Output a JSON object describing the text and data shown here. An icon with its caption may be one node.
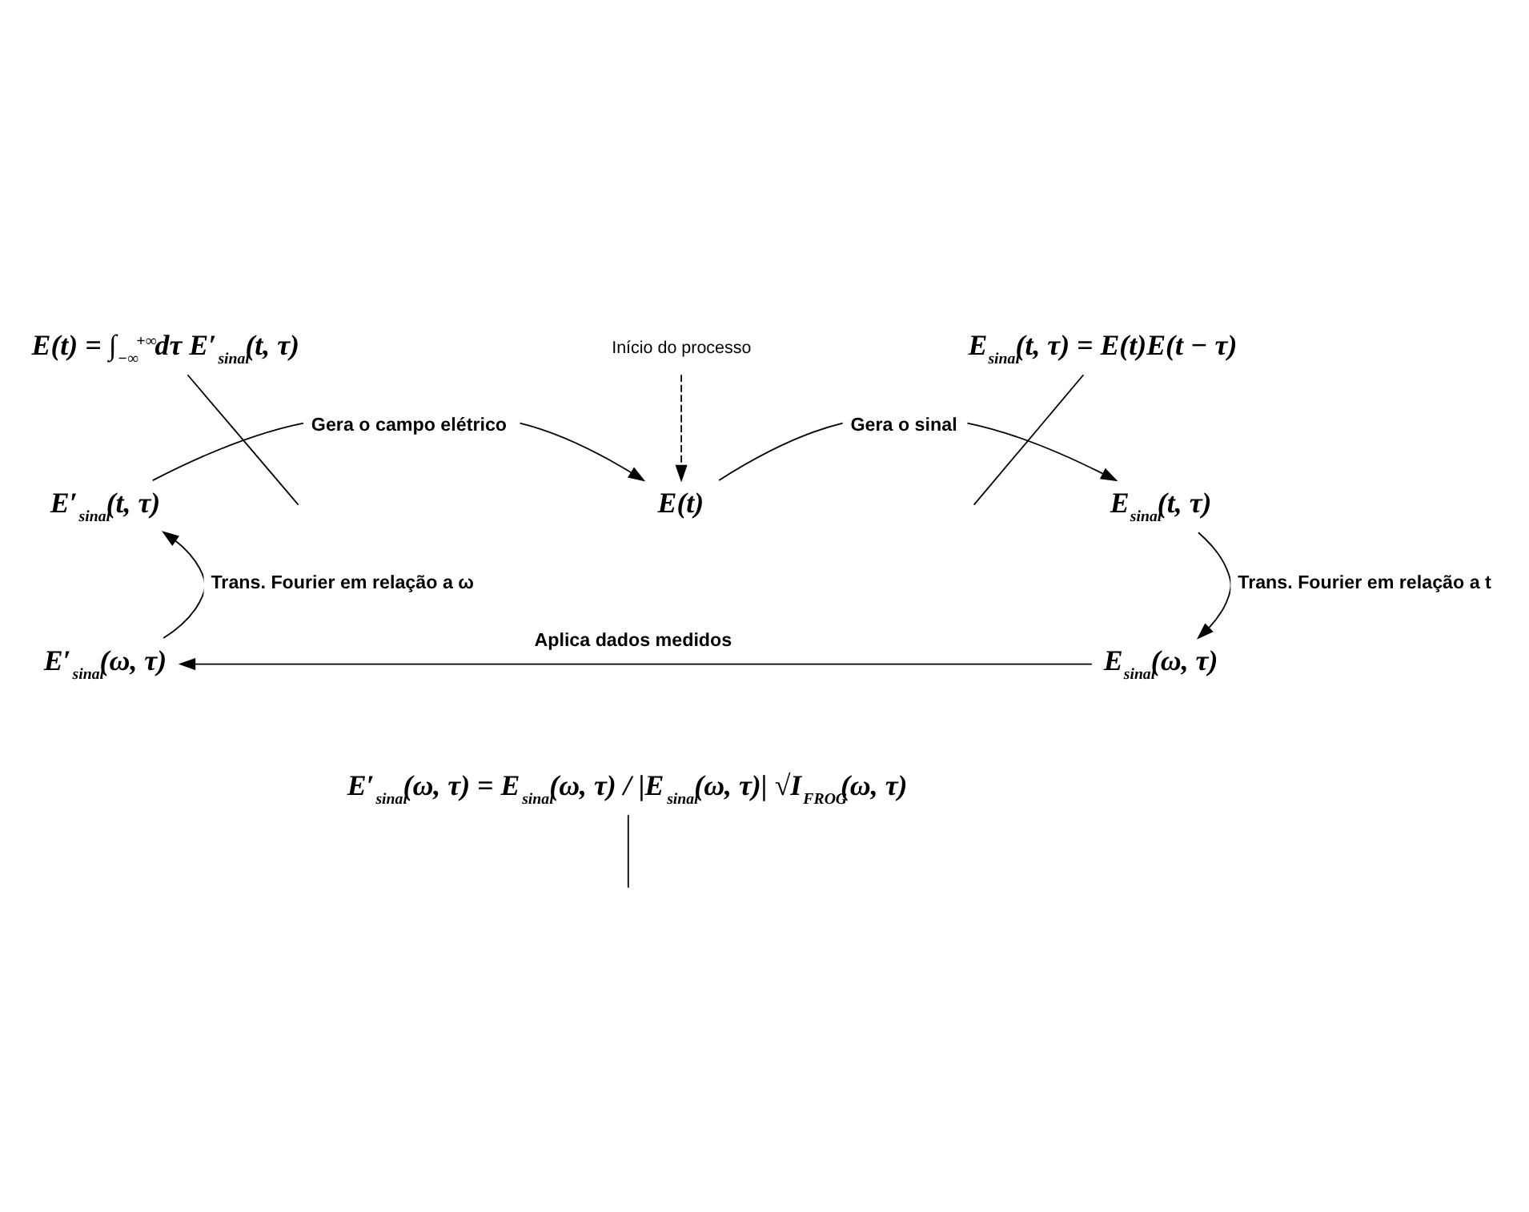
{
  "diagram": {
    "nodes": [
      {
        "text": [
          "E′$_{sinal}$(t, τ)"
        ]
      },
      {
        "text": [
          "E(t)"
        ]
      },
      {
        "text": [
          "E$_{sinal}$(t, τ)"
        ]
      },
      {
        "text": [
          "E′$_{sinal}$(ω, τ)"
        ]
      },
      {
        "text": [
          "E$_{sinal}$(ω, τ)"
        ]
      },
      {
        "text": [
          "Início do processo"
        ]
      },
      {
        "text": [
          "E(t) = ∫$_{−∞}$$^{+∞}$dτ E′$_{sinal}$(t, τ)"
        ]
      },
      {
        "text": [
          "E$_{sinal}$(t, τ) = E(t)E(t − τ)"
        ]
      },
      {
        "text": [
          "E′$_{sinal}$(ω, τ) = E$_{sinal}$(ω, τ) / |E$_{sinal}$(ω, τ)| √I$_{FROG}$(ω, τ)"
        ]
      }
    ],
    "edges": [
      {
        "from": 0,
        "to": 1,
        "arrow": "to",
        "label": "Gera o campo elétrico"
      },
      {
        "from": 1,
        "to": 2,
        "arrow": "to",
        "label": "Gera o sinal"
      },
      {
        "from": 2,
        "to": 4,
        "arrow": "to",
        "label": "Trans. Fourier em relação a t"
      },
      {
        "from": 4,
        "to": 3,
        "arrow": "to",
        "label": "Aplica dados medidos"
      },
      {
        "from": 3,
        "to": 0,
        "arrow": "to",
        "label": "Trans. Fourier em relação a ω"
      },
      {
        "from": 5,
        "to": 1,
        "arrow": "to",
        "style": "dashed"
      },
      {
        "from": 6,
        "to": null,
        "arrow": "none"
      },
      {
        "from": 7,
        "to": null,
        "arrow": "none"
      },
      {
        "from": 8,
        "to": null,
        "arrow": "none"
      }
    ]
  }
}
